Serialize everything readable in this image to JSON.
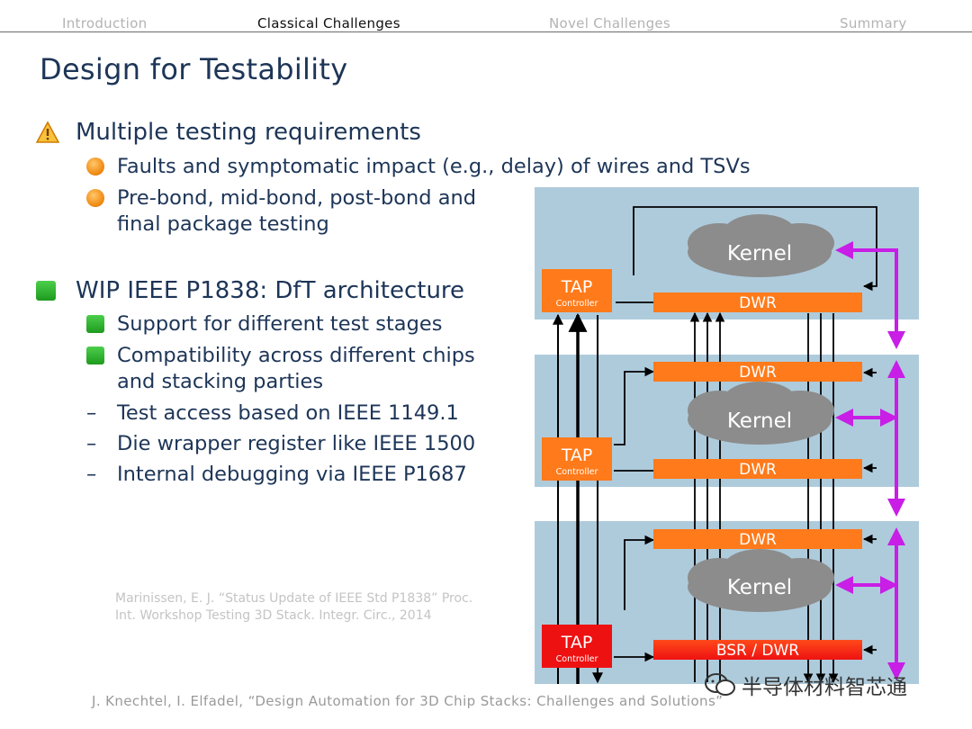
{
  "nav": {
    "items": [
      "Introduction",
      "Classical Challenges",
      "Novel Challenges",
      "Summary"
    ],
    "active_index": 1
  },
  "title": "Design for Testability",
  "bullets": {
    "b1": {
      "icon": "warning-icon",
      "text": "Multiple testing requirements",
      "sub": [
        {
          "icon": "orange-circle-arrow-icon",
          "lines": [
            "Faults and symptomatic impact (e.g., delay) of wires and TSVs"
          ]
        },
        {
          "icon": "orange-circle-arrow-icon",
          "lines": [
            "Pre-bond, mid-bond, post-bond and",
            "final package testing"
          ]
        }
      ]
    },
    "b2": {
      "icon": "green-square-arrow-icon",
      "text": "WIP IEEE P1838: DfT architecture",
      "sub": [
        {
          "icon": "green-square-arrow-icon",
          "lines": [
            "Support for different test stages"
          ]
        },
        {
          "icon": "green-square-arrow-icon",
          "lines": [
            "Compatibility across different chips",
            "and stacking parties"
          ]
        }
      ],
      "dashes": [
        "Test access based on IEEE 1149.1",
        "Die wrapper register like IEEE 1500",
        "Internal debugging via IEEE P1687"
      ],
      "dash_glyph": "–"
    }
  },
  "reference": {
    "line1": "Marinissen, E. J. “Status Update of IEEE Std P1838” Proc.",
    "line2": "Int. Workshop Testing 3D Stack. Integr. Circ., 2014"
  },
  "footer": "J. Knechtel, I. Elfadel, “Design Automation for 3D Chip Stacks: Challenges and Solutions”",
  "watermark": "半导体材料智芯通",
  "diagram": {
    "tap_label": "TAP",
    "tap_sub": "Controller",
    "kernel_label": "Kernel",
    "dwr_label": "DWR",
    "bsr_label": "BSR / DWR",
    "colors": {
      "layer_bg": "#aecbdc",
      "orange": "#ff7a1a",
      "red": "#ee1111",
      "magenta": "#c81ee6",
      "cloud": "#8c8c8c"
    }
  }
}
